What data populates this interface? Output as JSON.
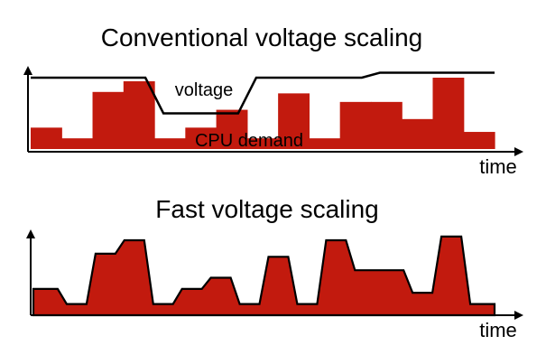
{
  "diagram": {
    "top_panel": {
      "title": "Conventional voltage scaling",
      "x_axis_label": "time",
      "voltage_label": "voltage",
      "demand_label": "CPU demand",
      "demand_levels": [
        0.3,
        0.15,
        0.8,
        0.95,
        0.15,
        0.3,
        0.55,
        0.15,
        0.78,
        0.15,
        0.66,
        0.66,
        0.42,
        1.0,
        0.24
      ],
      "voltage_levels": [
        1.0,
        1.0,
        1.0,
        1.0,
        0.5,
        0.5,
        0.5,
        1.0,
        1.0,
        1.0,
        1.0,
        1.07,
        1.07,
        1.07,
        1.07
      ]
    },
    "bottom_panel": {
      "title": "Fast voltage scaling",
      "x_axis_label": "time",
      "demand_levels": [
        0.35,
        0.15,
        0.82,
        1.0,
        0.15,
        0.35,
        0.5,
        0.15,
        0.78,
        0.15,
        1.0,
        0.6,
        0.6,
        0.3,
        1.05,
        0.15
      ]
    },
    "colors": {
      "demand_fill": "#c21a0e",
      "line": "#000000",
      "background": "#ffffff"
    }
  }
}
